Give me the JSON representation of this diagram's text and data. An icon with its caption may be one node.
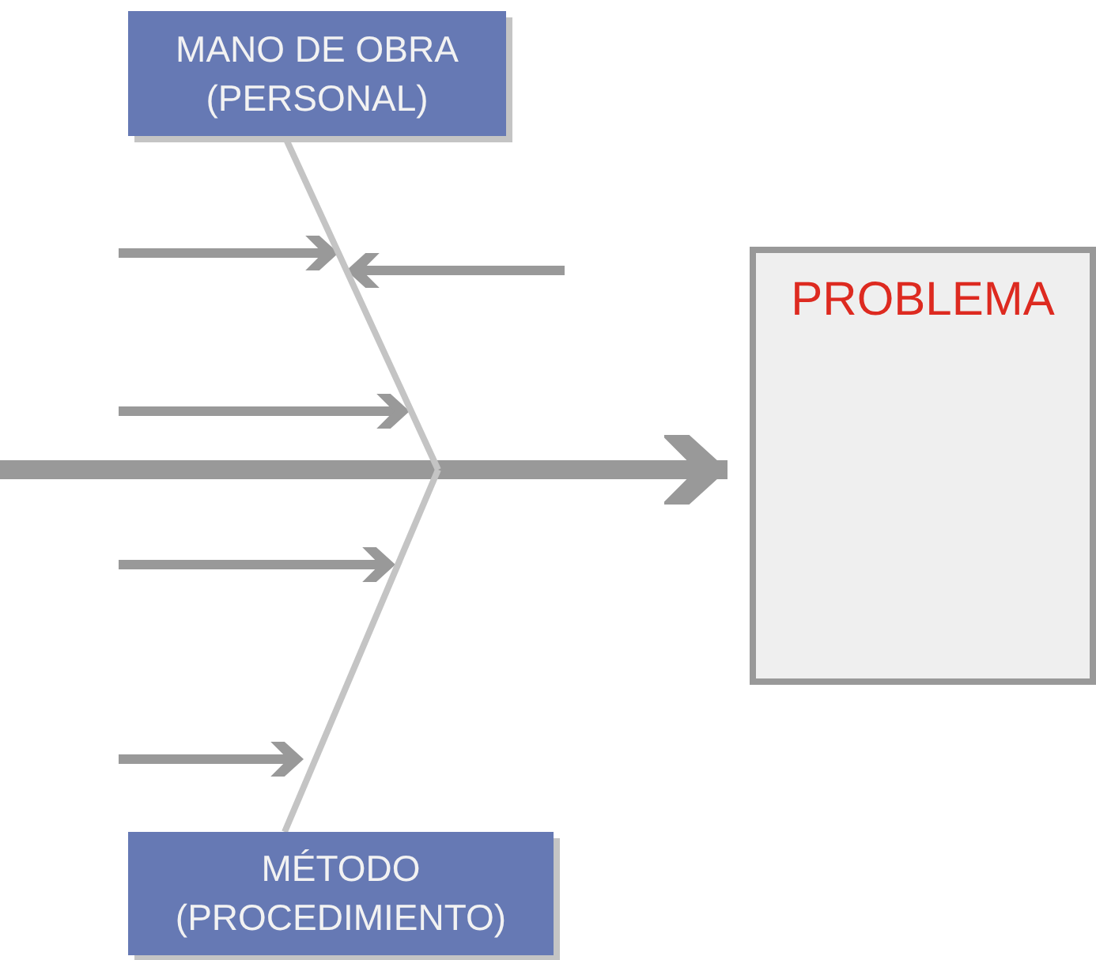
{
  "diagram": {
    "nodes": [
      {
        "text": [
          "MANO DE OBRA (PERSONAL)"
        ]
      },
      {
        "text": [
          "MÉTODO (PROCEDIMIENTO)"
        ]
      },
      {
        "text": [
          "PROBLEMA"
        ]
      }
    ],
    "edges": [
      {
        "from": null,
        "to": 2,
        "arrow": "to",
        "style": "thick",
        "color": "#999999"
      },
      {
        "from": 0,
        "to": null,
        "arrow": "none"
      },
      {
        "from": 1,
        "to": null,
        "arrow": "none"
      }
    ]
  }
}
